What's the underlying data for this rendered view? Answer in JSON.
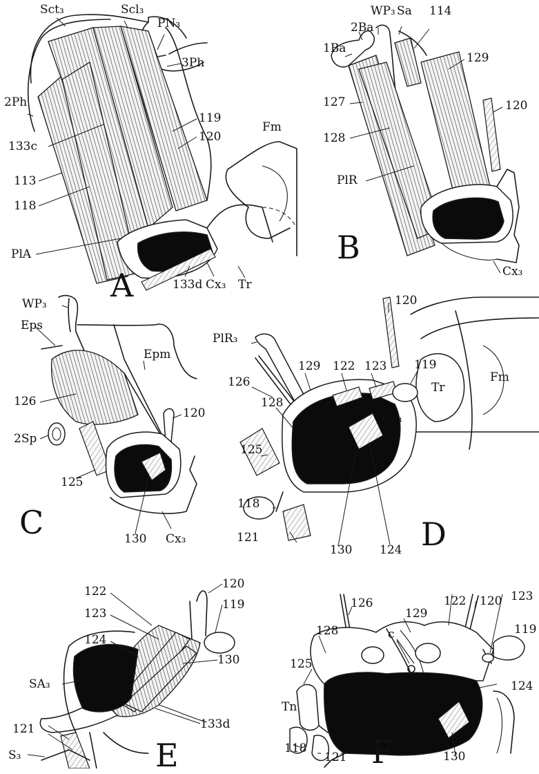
{
  "figure": {
    "panels": [
      {
        "letter": "A",
        "labels": [
          "Sct3",
          "Scl3",
          "PN3",
          "3Ph",
          "2Ph",
          "119",
          "120",
          "Fm",
          "133c",
          "113",
          "118",
          "PlA",
          "133d",
          "Cx3",
          "Tr"
        ]
      },
      {
        "letter": "B",
        "labels": [
          "2Ba",
          "WP3",
          "Sa",
          "114",
          "1Ba",
          "129",
          "127",
          "120",
          "128",
          "PlR",
          "Cx3"
        ]
      },
      {
        "letter": "C",
        "labels": [
          "WP3",
          "Eps",
          "Epm",
          "120",
          "126",
          "2Sp",
          "125",
          "130",
          "Cx3"
        ]
      },
      {
        "letter": "D",
        "labels": [
          "120",
          "PlR3",
          "129",
          "122",
          "123",
          "119",
          "126",
          "128",
          "Fm",
          "125",
          "Tr",
          "118",
          "Cx3",
          "121",
          "130",
          "124"
        ]
      },
      {
        "letter": "E",
        "labels": [
          "120",
          "122",
          "119",
          "123",
          "124",
          "130",
          "SA3",
          "133d",
          "121",
          "S3"
        ]
      },
      {
        "letter": "F",
        "labels": [
          "126",
          "122",
          "120",
          "129",
          "123",
          "c",
          "119",
          "128",
          "125",
          "124",
          "Tn",
          "118",
          "121",
          "130"
        ]
      }
    ]
  },
  "A": {
    "letter": "A",
    "Sct3": "Sct₃",
    "Scl3": "Scl₃",
    "PN3": "PN₃",
    "Ph3": "3Ph",
    "Ph2": "2Ph",
    "n119": "119",
    "n120": "120",
    "Fm": "Fm",
    "n133c": "133c",
    "n113": "113",
    "n118": "118",
    "PlA": "PlA",
    "n133d": "133d",
    "Cx3": "Cx₃",
    "Tr": "Tr"
  },
  "B": {
    "letter": "B",
    "Ba2": "2Ba",
    "WP3": "WP₃",
    "Sa": "Sa",
    "n114": "114",
    "Ba1": "1Ba",
    "n129": "129",
    "n127": "127",
    "n120": "120",
    "n128": "128",
    "PlR": "PlR",
    "Cx3": "Cx₃"
  },
  "C": {
    "letter": "C",
    "WP3": "WP₃",
    "Eps": "Eps",
    "Epm": "Epm",
    "n120": "120",
    "n126": "126",
    "Sp2": "2Sp",
    "n125": "125",
    "n130": "130",
    "Cx3": "Cx₃"
  },
  "D": {
    "letter": "D",
    "n120": "120",
    "PlR3": "PlR₃",
    "n129": "129",
    "n122": "122",
    "n123": "123",
    "n119": "119",
    "n126": "126",
    "n128": "128",
    "Fm": "Fm",
    "n125": "125",
    "Tr": "Tr",
    "n118": "118",
    "Cx3": "Cx₃",
    "n121": "121",
    "n130": "130",
    "n124": "124"
  },
  "E": {
    "letter": "E",
    "n120": "120",
    "n122": "122",
    "n119": "119",
    "n123": "123",
    "n124": "124",
    "n130": "130",
    "SA3": "SA₃",
    "n133d": "133d",
    "n121": "121",
    "S3": "S₃"
  },
  "F": {
    "letter": "F",
    "n126": "126",
    "n122": "122",
    "n120": "120",
    "n129": "129",
    "n123": "123",
    "c": "c",
    "n119": "119",
    "n128": "128",
    "n125": "125",
    "n124": "124",
    "Tn": "Tn",
    "n118": "118",
    "n121": "121",
    "n130": "130"
  }
}
